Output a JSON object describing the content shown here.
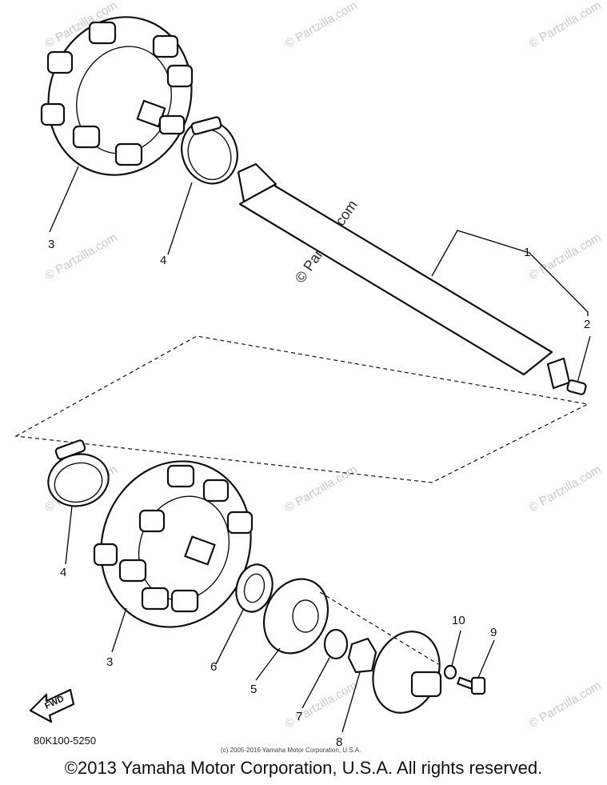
{
  "diagram": {
    "callouts": {
      "c1": "1",
      "c2": "2",
      "c3a": "3",
      "c3b": "3",
      "c4a": "4",
      "c4b": "4",
      "c5": "5",
      "c6": "6",
      "c7": "7",
      "c8": "8",
      "c9": "9",
      "c10": "10"
    },
    "watermark": "© Partzilla.com",
    "part_code": "80K100-5250",
    "fwd_label": "FWD",
    "small_copyright": "(c) 2005-2016 Yamaha Motor Corporation, U.S.A."
  },
  "footer": {
    "copyright": "©2013 Yamaha Motor Corporation, U.S.A. All rights reserved."
  }
}
